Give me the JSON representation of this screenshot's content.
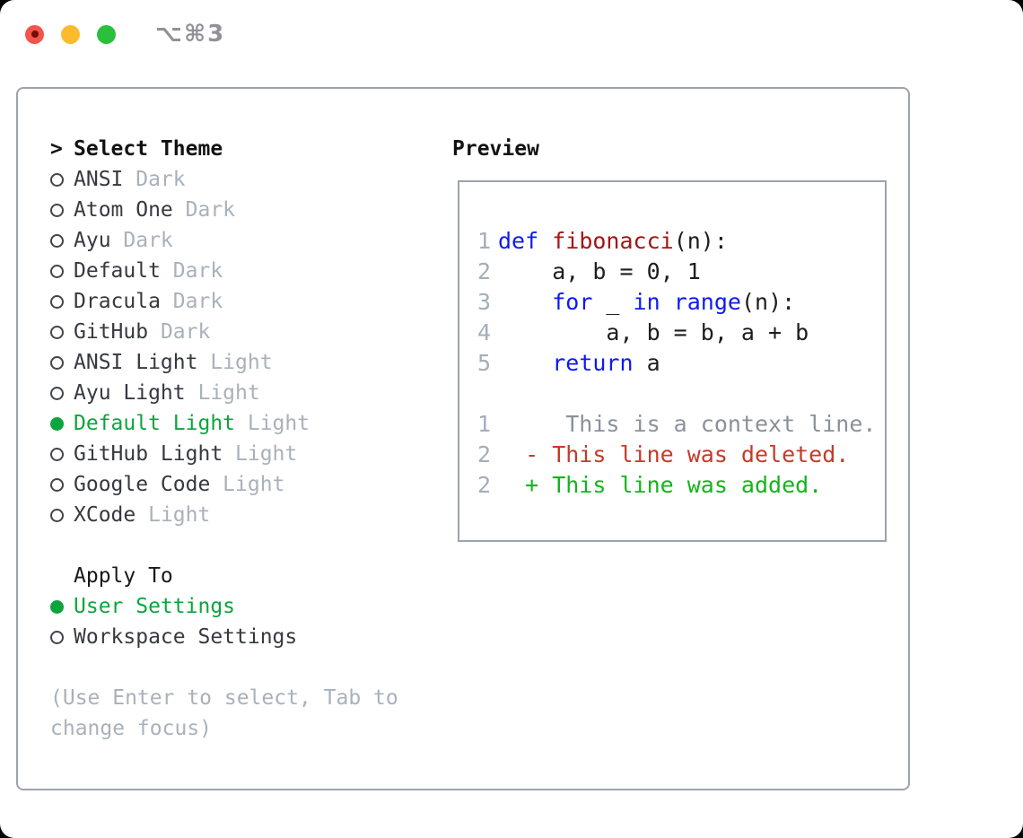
{
  "window": {
    "shortcut_label": "⌥⌘3",
    "traffic_lights": [
      "close",
      "minimize",
      "zoom"
    ]
  },
  "colors": {
    "selection_green": "#0ca53d",
    "added_green": "#17b31e",
    "deleted_red": "#c53a28",
    "keyword_blue": "#0d1bf2",
    "function_red": "#a31515",
    "muted_gray": "#a9b1bb",
    "panel_border": "#9ca3ad",
    "traffic_red": "#f4544a",
    "traffic_yellow": "#fcbb2d",
    "traffic_green": "#2bc03c"
  },
  "theme_picker": {
    "cursor": ">",
    "title": "Select Theme",
    "items": [
      {
        "name": "ANSI",
        "variant": "Dark",
        "selected": false
      },
      {
        "name": "Atom One",
        "variant": "Dark",
        "selected": false
      },
      {
        "name": "Ayu",
        "variant": "Dark",
        "selected": false
      },
      {
        "name": "Default",
        "variant": "Dark",
        "selected": false
      },
      {
        "name": "Dracula",
        "variant": "Dark",
        "selected": false
      },
      {
        "name": "GitHub",
        "variant": "Dark",
        "selected": false
      },
      {
        "name": "ANSI Light",
        "variant": "Light",
        "selected": false
      },
      {
        "name": "Ayu Light",
        "variant": "Light",
        "selected": false
      },
      {
        "name": "Default Light",
        "variant": "Light",
        "selected": true
      },
      {
        "name": "GitHub Light",
        "variant": "Light",
        "selected": false
      },
      {
        "name": "Google Code",
        "variant": "Light",
        "selected": false
      },
      {
        "name": "XCode",
        "variant": "Light",
        "selected": false
      }
    ],
    "apply_to": {
      "title": "Apply To",
      "options": [
        {
          "label": "User Settings",
          "selected": true
        },
        {
          "label": "Workspace Settings",
          "selected": false
        }
      ]
    },
    "hint": "(Use Enter to select, Tab to change focus)"
  },
  "preview": {
    "title": "Preview",
    "lines": [
      {
        "num": "1",
        "segs": [
          {
            "t": "def",
            "c": "kw"
          },
          {
            "t": " ",
            "c": "pl"
          },
          {
            "t": "fibonacci",
            "c": "fn"
          },
          {
            "t": "(n):",
            "c": "pl"
          }
        ]
      },
      {
        "num": "2",
        "segs": [
          {
            "t": "    a, b = 0, 1",
            "c": "pl"
          }
        ]
      },
      {
        "num": "3",
        "segs": [
          {
            "t": "    ",
            "c": "pl"
          },
          {
            "t": "for",
            "c": "kw"
          },
          {
            "t": " _ ",
            "c": "pl"
          },
          {
            "t": "in",
            "c": "kw"
          },
          {
            "t": " ",
            "c": "pl"
          },
          {
            "t": "range",
            "c": "kw"
          },
          {
            "t": "(n):",
            "c": "pl"
          }
        ]
      },
      {
        "num": "4",
        "segs": [
          {
            "t": "        a, b = b, a + b",
            "c": "pl"
          }
        ]
      },
      {
        "num": "5",
        "segs": [
          {
            "t": "    ",
            "c": "pl"
          },
          {
            "t": "return",
            "c": "kw"
          },
          {
            "t": " a",
            "c": "pl"
          }
        ]
      },
      {
        "num": "",
        "segs": []
      },
      {
        "num": "1",
        "segs": [
          {
            "t": "     This is a context line.",
            "c": "ctx"
          }
        ]
      },
      {
        "num": "2",
        "segs": [
          {
            "t": "  - This line was deleted.",
            "c": "del"
          }
        ]
      },
      {
        "num": "2",
        "segs": [
          {
            "t": "  + This line was added.",
            "c": "add"
          }
        ]
      }
    ]
  }
}
